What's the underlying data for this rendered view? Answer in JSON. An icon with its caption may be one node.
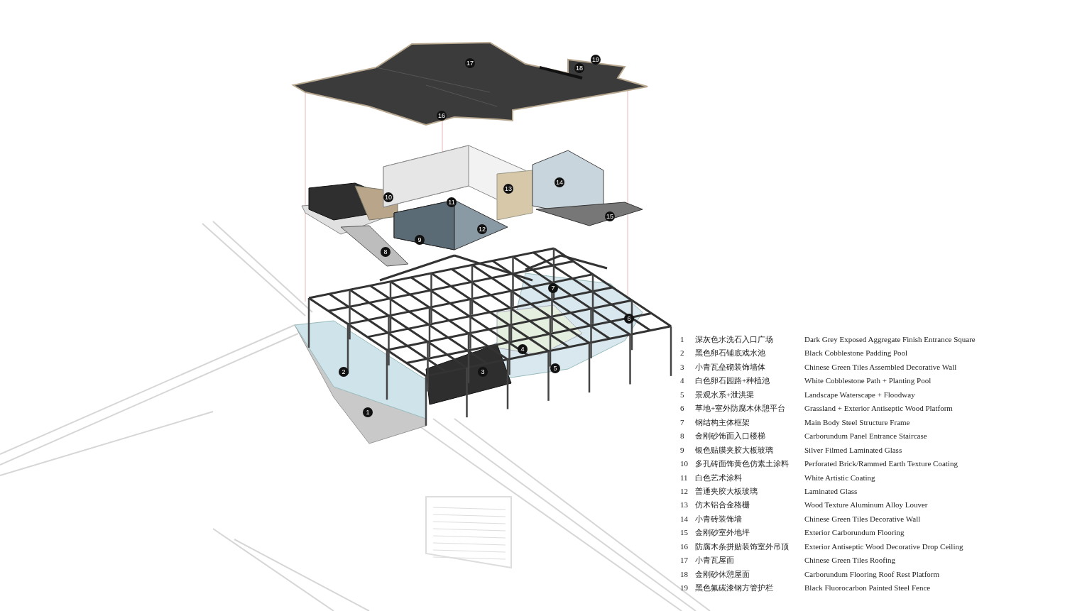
{
  "diagram": {
    "labels": [
      "19",
      "17",
      "18",
      "16",
      "14",
      "13",
      "10",
      "11",
      "15",
      "12",
      "9",
      "8",
      "7",
      "6",
      "4",
      "5",
      "2",
      "3",
      "1",
      "1",
      "深灰色水洗石入口广场",
      "Dark Grey Exposed Aggregate Finish Entrance Square",
      "2",
      "黑色卵石铺底戏水池",
      "Black Cobblestone Padding Pool",
      "3",
      "小青瓦垒砌装饰墙体",
      "Chinese Green Tiles Assembled Decorative Wall",
      "4",
      "白色卵石园路+种植池",
      "White Cobblestone Path + Planting Pool",
      "5",
      "景观水系+泄洪渠",
      "Landscape Waterscape + Floodway",
      "6",
      "草地+室外防腐木休憩平台",
      "Grassland + Exterior Antiseptic Wood Platform",
      "7",
      "钢结构主体框架",
      "Main Body Steel Structure Frame",
      "8",
      "金刚砂饰面入口楼梯",
      "Carborundum Panel Entrance Staircase",
      "9",
      "银色贴膜夹胶大板玻璃",
      "Silver Filmed Laminated Glass",
      "10",
      "多孔砖面饰黄色仿素土涂料",
      "Perforated Brick/Rammed Earth Texture Coating",
      "11",
      "白色艺术涂料",
      "White Artistic Coating",
      "12",
      "普通夹胶大板玻璃",
      "Laminated Glass",
      "13",
      "仿木铝合金格栅",
      "Wood Texture Aluminum Alloy Louver",
      "14",
      "小青砖装饰墙",
      "Chinese Green Tiles Decorative Wall",
      "15",
      "金刚砂室外地坪",
      "Exterior Carborundum Flooring",
      "16",
      "防腐木条拼贴装饰室外吊顶",
      "Exterior Antiseptic Wood Decorative Drop Ceiling",
      "17",
      "小青瓦屋面",
      "Chinese Green Tiles Roofing",
      "18",
      "金刚砂休憩屋面",
      "Carborundum Flooring Roof Rest Platform",
      "19",
      "黑色氟碳漆钢方管护栏",
      "Black Fluorocarbon Painted Steel Fence"
    ]
  }
}
